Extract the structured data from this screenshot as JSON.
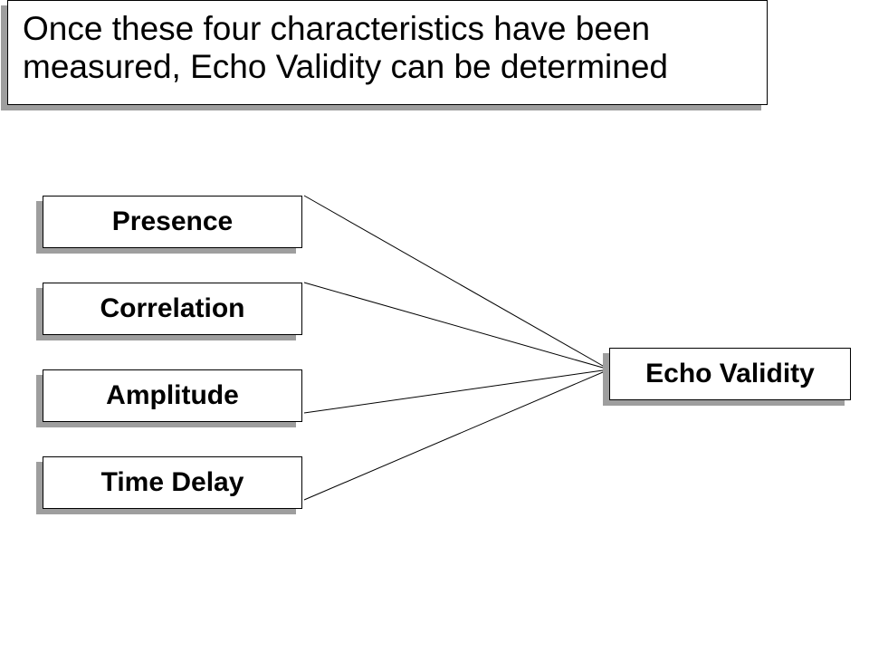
{
  "title": {
    "line1": "Once these four characteristics have been",
    "line2": "measured, Echo Validity can be determined"
  },
  "inputs": [
    {
      "label": "Presence"
    },
    {
      "label": "Correlation"
    },
    {
      "label": "Amplitude"
    },
    {
      "label": "Time Delay"
    }
  ],
  "output": {
    "label": "Echo Validity"
  },
  "colors": {
    "border": "#000000",
    "shadow": "#9e9e9e",
    "background": "#ffffff"
  }
}
